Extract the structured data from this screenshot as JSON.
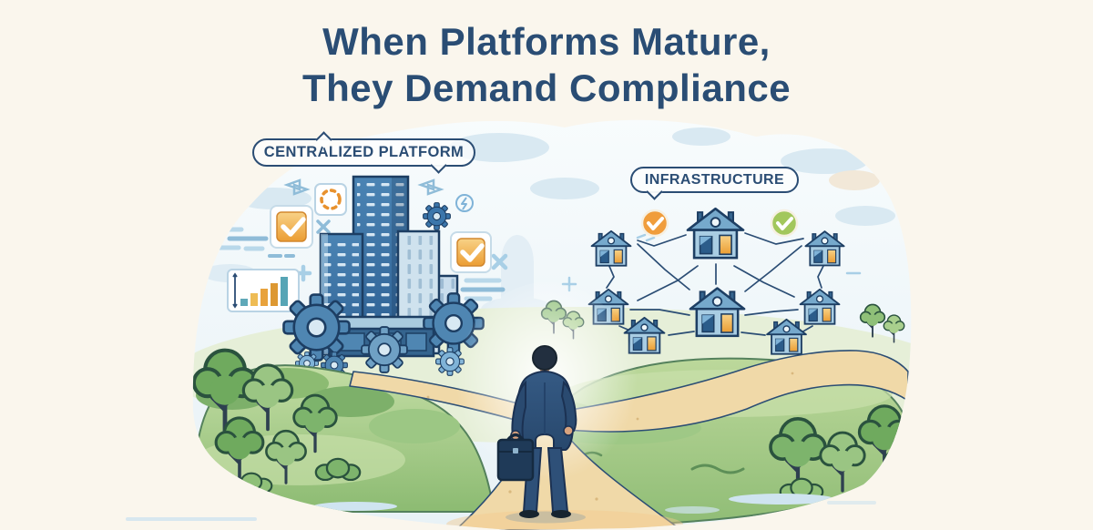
{
  "title": {
    "line1": "When Platforms Mature,",
    "line2": "They Demand Compliance"
  },
  "labels": {
    "left": "CENTRALIZED PLATFORM",
    "right": "INFRASTRUCTURE"
  },
  "scene": {
    "left_concept": "centralized platform: skyscrapers mounted on gears with compliance checkmarks, chart card and gear icons",
    "right_concept": "infrastructure: eight houses connected in a mesh network with approval checkmarks",
    "center_figure": "businessman with briefcase standing at a fork in the road",
    "icons": [
      "checkmark-card",
      "dotted-circle-card",
      "bar-chart-card",
      "gear-icon",
      "lightning-icon",
      "x-mark",
      "plus-mark",
      "checkmark-circle-orange",
      "checkmark-circle-green"
    ]
  },
  "colors": {
    "background": "#faf6ed",
    "title_text": "#2a4d74",
    "label_border": "#2b4d74",
    "outline_navy": "#1d3e63",
    "building_blue": "#3c72a3",
    "gear_blue": "#4f86b2",
    "house_wall": "#a9cde3",
    "house_roof": "#76a9cc",
    "window_orange": "#eda03a",
    "check_orange": "#f09d3c",
    "check_green": "#a2c75c",
    "grass_green": "#a5cb85",
    "path_tan": "#f0d9a8",
    "suit_navy": "#2e5078",
    "sky_blue": "#e9f3f7",
    "cloud_blue": "#d9e9f2"
  }
}
